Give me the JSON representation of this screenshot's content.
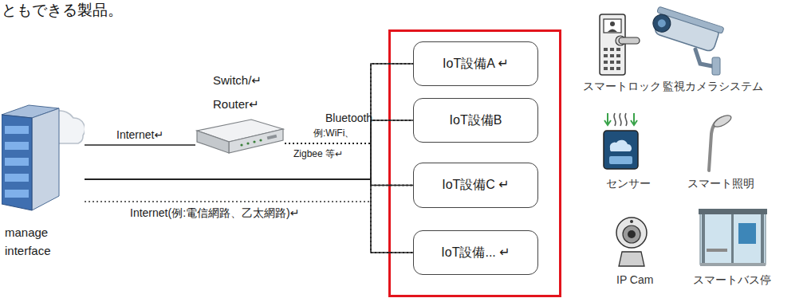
{
  "diagram": {
    "nodes": [
      {
        "text": [
          "manage interface"
        ]
      },
      {
        "text": [
          "Switch/↵ Router↵"
        ]
      },
      {
        "text": [
          "IoT設備A ↵"
        ]
      },
      {
        "text": [
          "IoT設備B"
        ]
      },
      {
        "text": [
          "IoT設備C ↵"
        ]
      },
      {
        "text": [
          "IoT設備... ↵"
        ]
      }
    ],
    "edges": [
      {
        "from": 0,
        "to": 1,
        "arrow": "none",
        "label": "Internet↵"
      },
      {
        "from": 1,
        "to": 2,
        "arrow": "none"
      },
      {
        "from": 1,
        "to": 3,
        "arrow": "none"
      },
      {
        "from": 1,
        "to": 4,
        "arrow": "none"
      },
      {
        "from": 1,
        "to": 5,
        "arrow": "none"
      },
      {
        "from": 0,
        "to": 2,
        "arrow": "none"
      },
      {
        "from": 0,
        "to": 3,
        "arrow": "none"
      },
      {
        "from": 0,
        "to": 4,
        "arrow": "none"
      },
      {
        "from": 0,
        "to": 5,
        "arrow": "none"
      }
    ],
    "labels": [
      "ともできる製品。",
      "Bluetooth",
      "例:WiFi、",
      "Zigbee 等↵",
      "Internet(例:電信網路、乙太網路)↵",
      "スマートロック",
      "監視カメラシステム",
      "センサー",
      "スマート照明",
      "IP Cam",
      "スマートバス停"
    ]
  }
}
